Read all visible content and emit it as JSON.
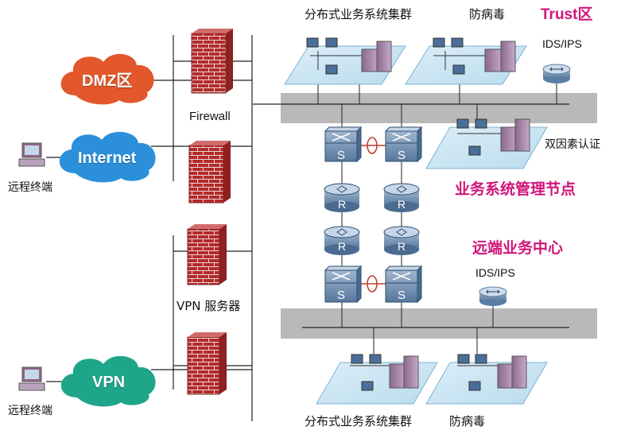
{
  "labels": {
    "cluster_top": "分布式业务系统集群",
    "antivirus_top": "防病毒",
    "trust_zone": "Trust区",
    "ids_top": "IDS/IPS",
    "firewall": "Firewall",
    "two_factor": "双因素认证",
    "mgmt_node": "业务系统管理节点",
    "remote_center": "远端业务中心",
    "ids_bottom": "IDS/IPS",
    "vpn_server": "VPN 服务器",
    "cluster_bottom": "分布式业务系统集群",
    "antivirus_bottom": "防病毒",
    "remote_terminal_1": "远程终端",
    "remote_terminal_2": "远程终端"
  },
  "clouds": {
    "dmz": "DMZ区",
    "internet": "Internet",
    "vpn": "VPN"
  },
  "device_letters": {
    "switch": "S",
    "router": "R"
  },
  "colors": {
    "accent_magenta": "#d0157a",
    "cloud_dmz": "#e2572b",
    "cloud_internet": "#2b90d9",
    "cloud_vpn": "#1fa58a",
    "backbone_bar": "#b9b9b9",
    "brick": "#b52a2a",
    "device_blue": "#6d8fb3"
  },
  "icons": [
    "firewall-icon",
    "switch-icon",
    "router-icon",
    "ids-sensor-icon",
    "workstation-icon",
    "server-icon",
    "cloud-icon"
  ]
}
